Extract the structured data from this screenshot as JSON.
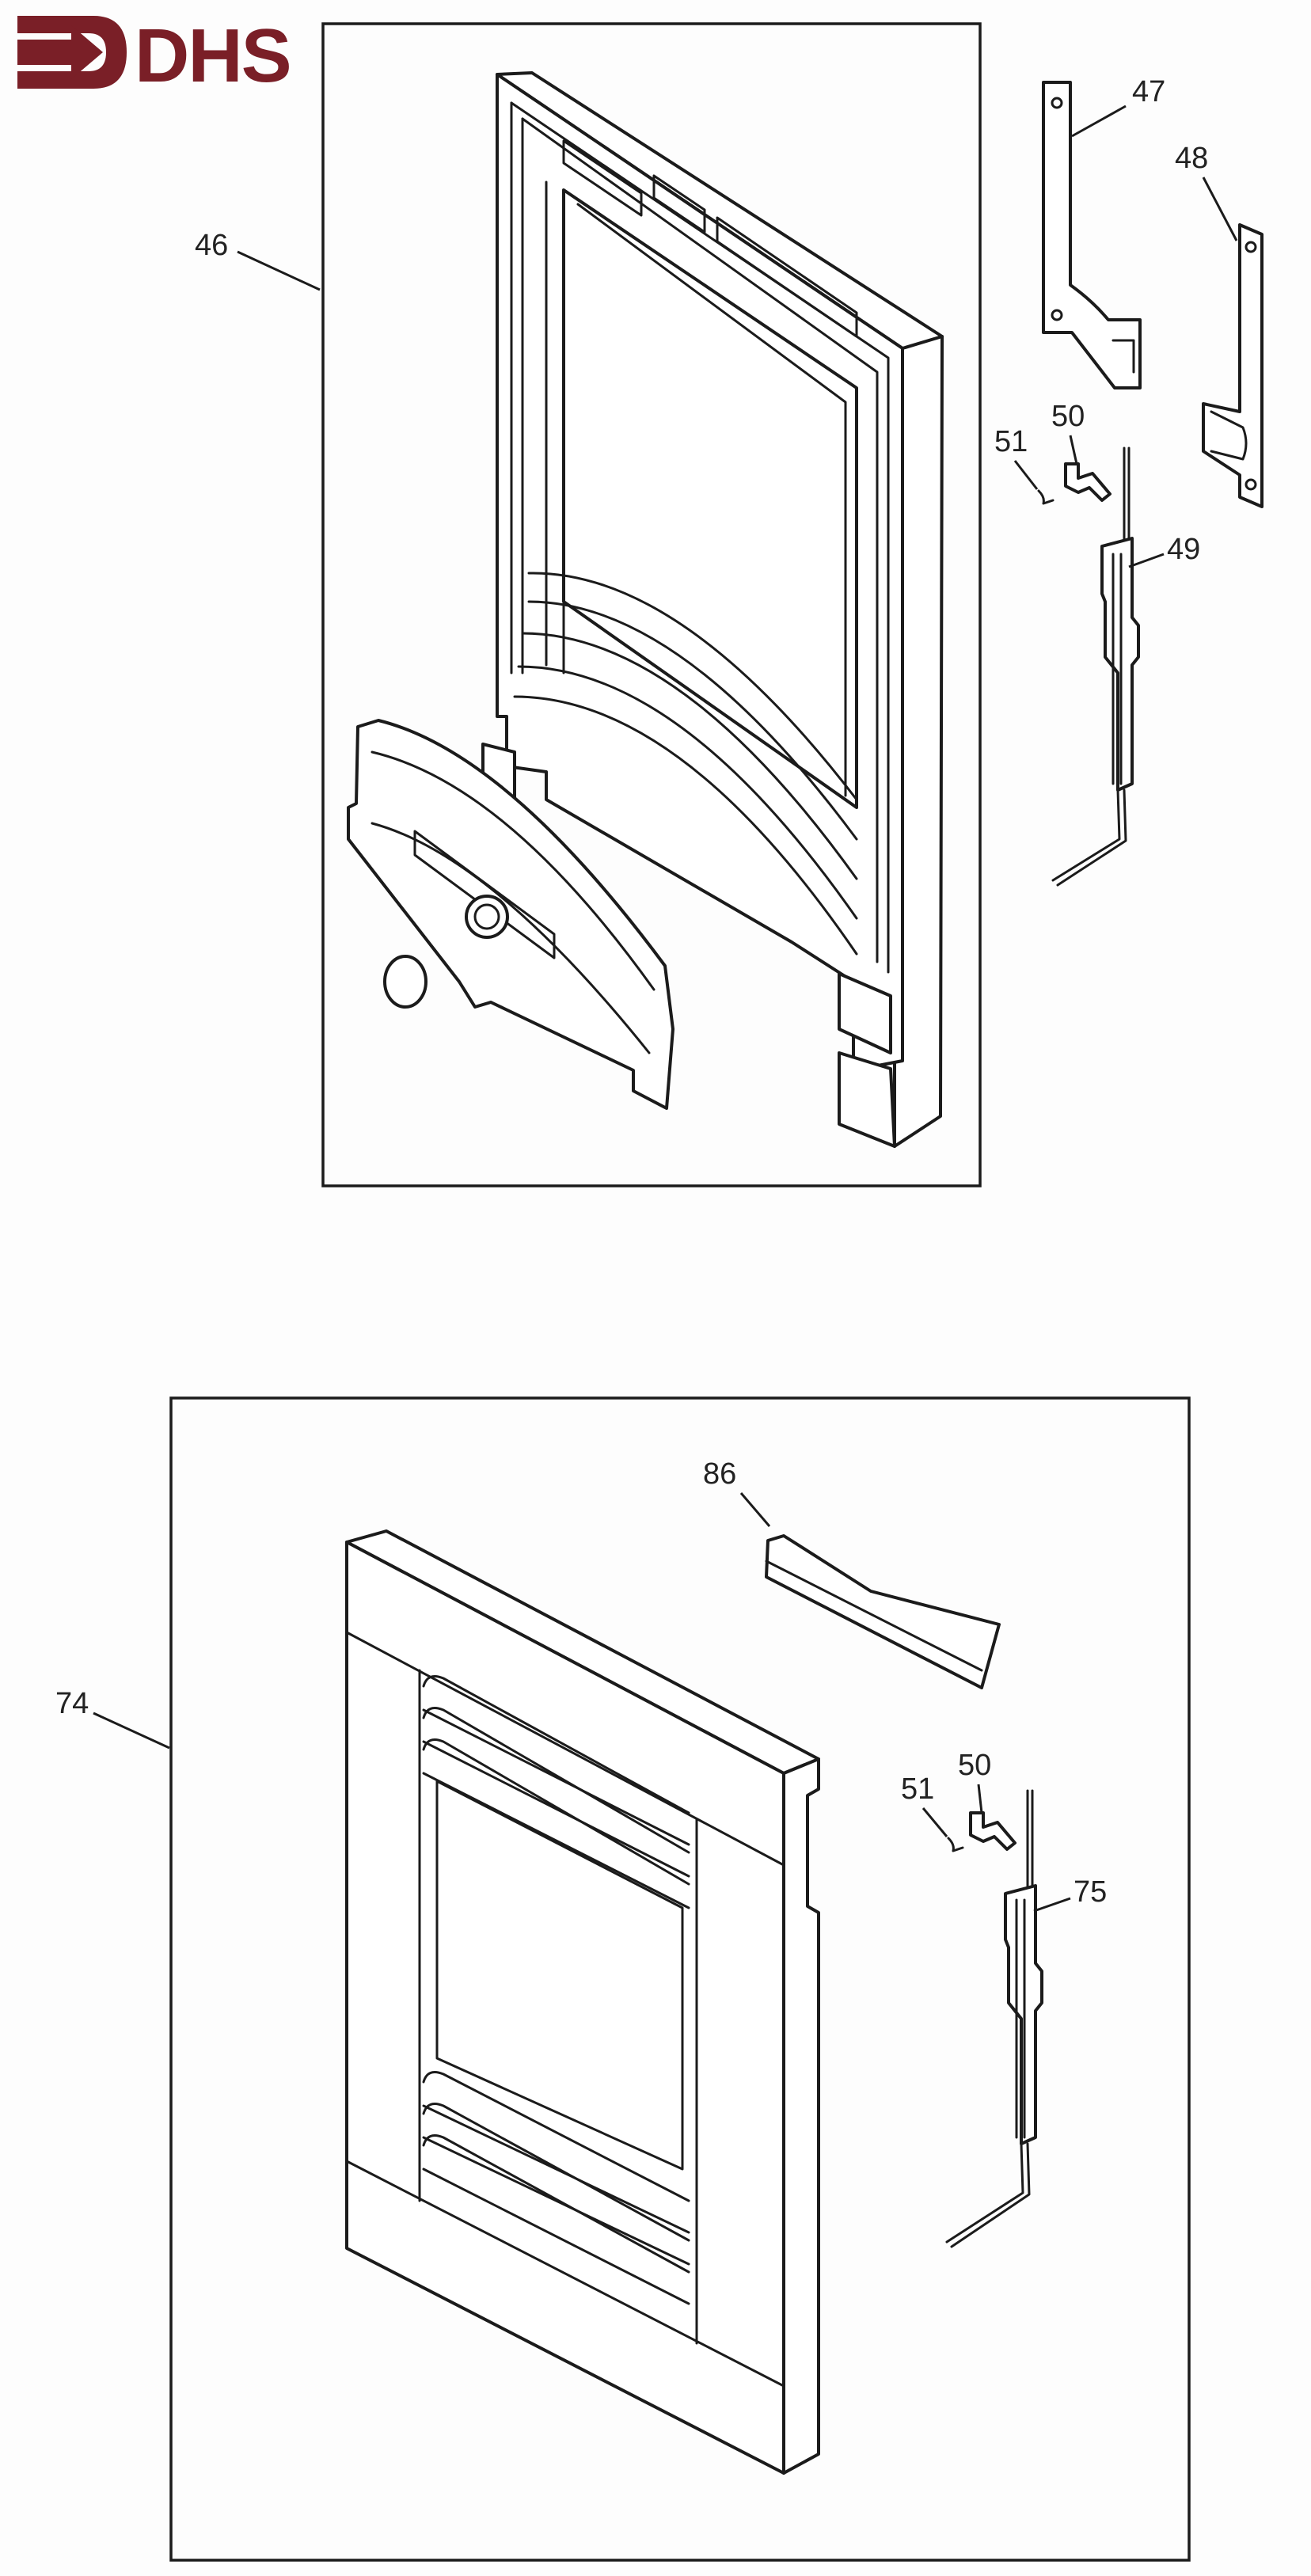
{
  "logo": {
    "text": "DHS",
    "color": "#7a1f27"
  },
  "diagram": {
    "panels": [
      {
        "name": "upper-assembly",
        "labels": [
          "46",
          "47",
          "48",
          "49",
          "50",
          "51"
        ]
      },
      {
        "name": "lower-assembly",
        "labels": [
          "74",
          "75",
          "86",
          "50",
          "51"
        ]
      }
    ]
  },
  "part_labels": {
    "p46": "46",
    "p47": "47",
    "p48": "48",
    "p49": "49",
    "p50a": "50",
    "p51a": "51",
    "p74": "74",
    "p75": "75",
    "p86": "86",
    "p50b": "50",
    "p51b": "51"
  },
  "colors": {
    "line": "#1b1b1b",
    "brand": "#7a1f27"
  }
}
